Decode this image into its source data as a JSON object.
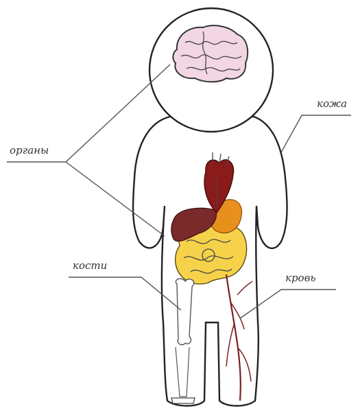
{
  "labels": {
    "organs": "органы",
    "skin": "кожа",
    "bones": "кости",
    "blood": "кровь"
  },
  "colors": {
    "brain": "#f2d6e4",
    "heart": "#8b1a1a",
    "liver": "#7a2a2a",
    "stomach": "#e8901e",
    "intestines": "#f5d24a",
    "blood": "#7a2020"
  }
}
